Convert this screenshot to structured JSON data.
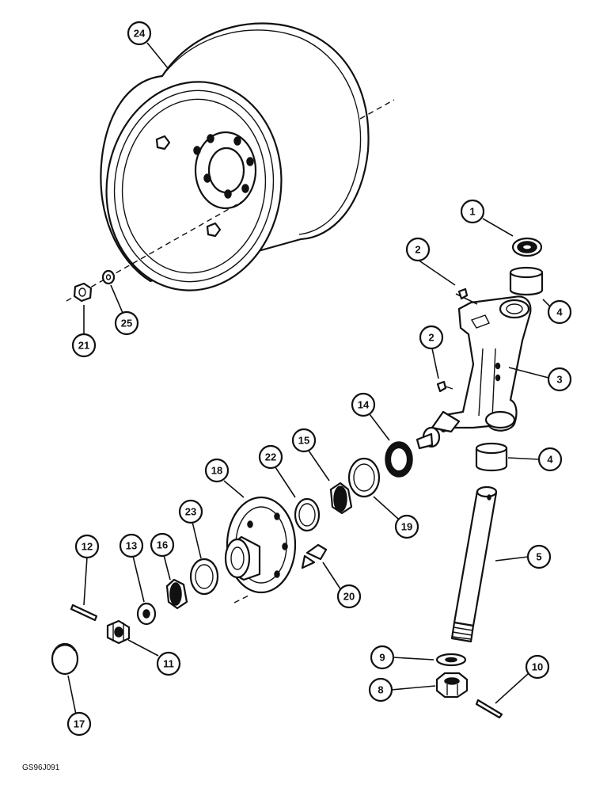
{
  "diagram": {
    "callouts": [
      "24",
      "1",
      "2",
      "4",
      "3",
      "2",
      "21",
      "25",
      "14",
      "15",
      "22",
      "18",
      "23",
      "16",
      "13",
      "12",
      "11",
      "17",
      "19",
      "20",
      "4",
      "5",
      "9",
      "8",
      "10"
    ],
    "drawing_code": "GS96J091"
  }
}
